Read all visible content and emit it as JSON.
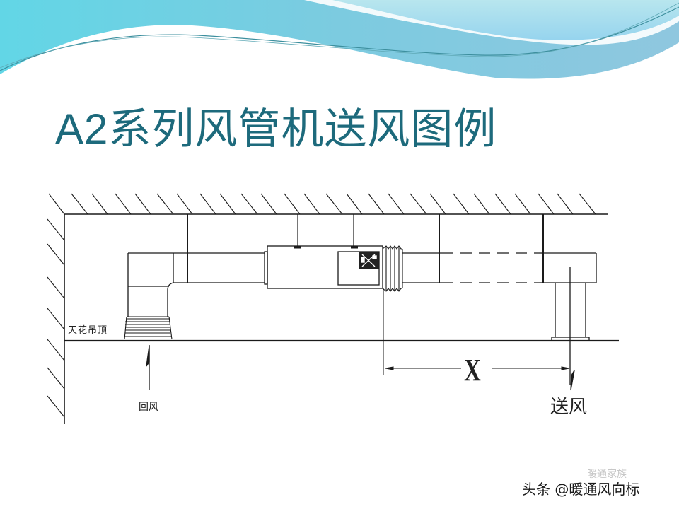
{
  "title": {
    "prefix": "A2",
    "text": "系列风管机送风图例"
  },
  "diagram": {
    "labels": {
      "ceiling": "天花吊顶",
      "return_air": "回风",
      "supply_air": "送风",
      "dimension": "X"
    }
  },
  "watermark": {
    "main": "头条 @暖通风向标",
    "ghost": "暖通家族"
  },
  "colors": {
    "title": "#1d6a7c",
    "banner_light": "#a8e2ef",
    "banner_dark": "#5fb9d8",
    "line": "#1a1a1a"
  }
}
